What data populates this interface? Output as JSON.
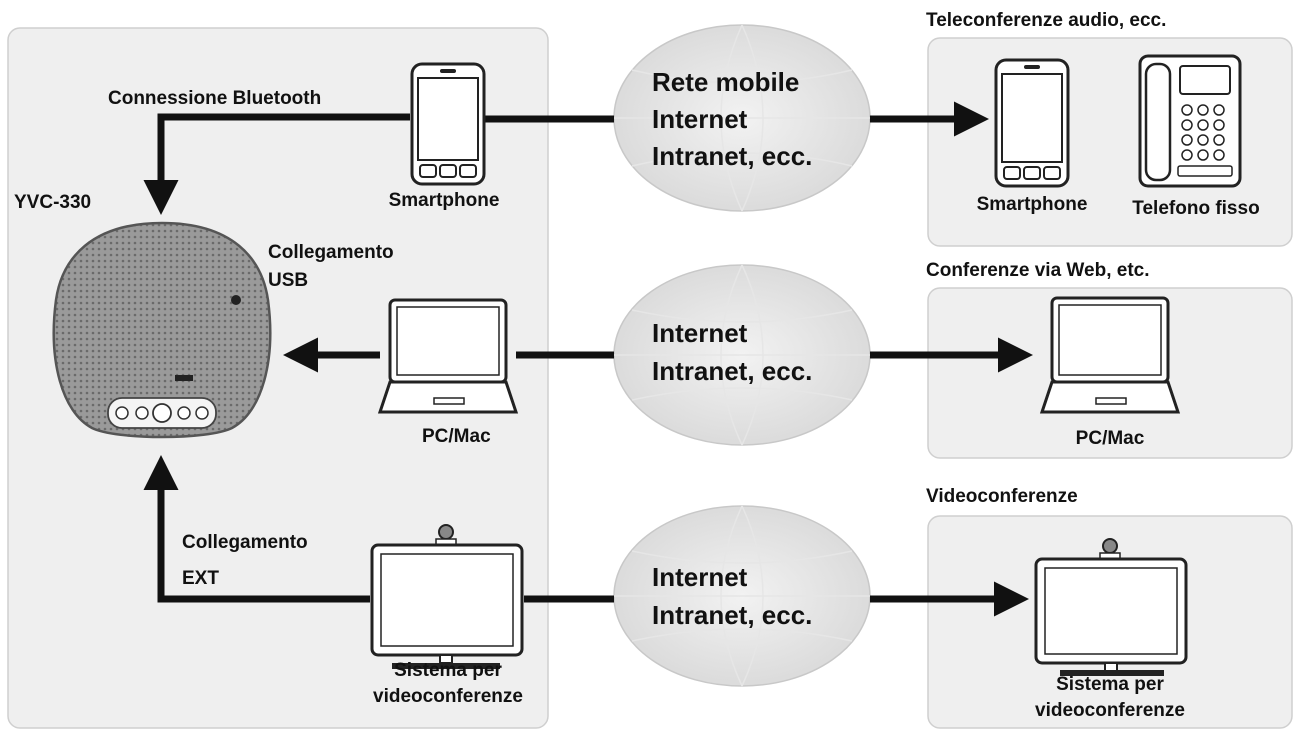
{
  "device": {
    "name": "YVC-330"
  },
  "connections": {
    "bluetooth": "Connessione Bluetooth",
    "usb_line1": "Collegamento",
    "usb_line2": "USB",
    "ext_line1": "Collegamento",
    "ext_line2": "EXT"
  },
  "sources": {
    "smartphone": "Smartphone",
    "pc": "PC/Mac",
    "video_line1": "Sistema per",
    "video_line2": "videoconferenze"
  },
  "networks": {
    "mobile": [
      "Rete mobile",
      "Internet",
      "Intranet, ecc."
    ],
    "internet_pc": [
      "Internet",
      "Intranet, ecc."
    ],
    "internet_video": [
      "Internet",
      "Intranet, ecc."
    ]
  },
  "destinations": {
    "audio": {
      "title": "Teleconferenze audio, ecc.",
      "smartphone": "Smartphone",
      "phone": "Telefono fisso"
    },
    "web": {
      "title": "Conferenze via Web, etc.",
      "pc": "PC/Mac"
    },
    "video": {
      "title": "Videoconferenze",
      "line1": "Sistema per",
      "line2": "videoconferenze"
    }
  }
}
